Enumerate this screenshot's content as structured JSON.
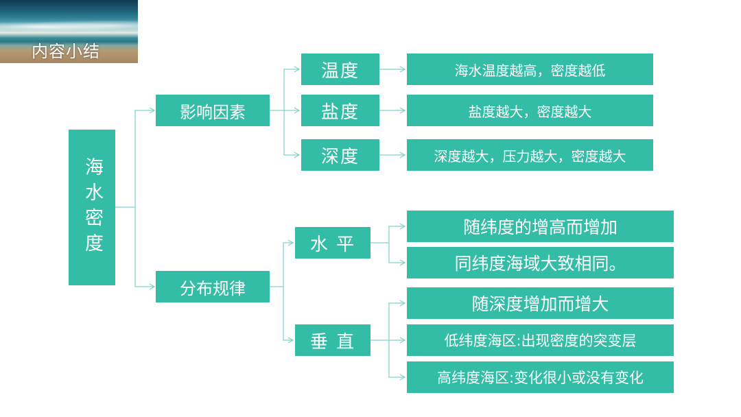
{
  "header": {
    "title": "内容小结"
  },
  "diagram": {
    "root": "海水密度",
    "branches": [
      {
        "label": "影响因素",
        "children": [
          {
            "label": "温度",
            "detail": "海水温度越高，密度越低"
          },
          {
            "label": "盐度",
            "detail": "盐度越大，密度越大"
          },
          {
            "label": "深度",
            "detail": "深度越大，压力越大，密度越大"
          }
        ]
      },
      {
        "label": "分布规律",
        "children": [
          {
            "label": "水 平",
            "details": [
              "随纬度的增高而增加",
              "同纬度海域大致相同。"
            ]
          },
          {
            "label": "垂 直",
            "details": [
              "随深度增加而增大",
              "低纬度海区:出现密度的突变层",
              "高纬度海区:变化很小或没有变化"
            ]
          }
        ]
      }
    ]
  },
  "colors": {
    "box_fill": "#33bca6",
    "box_text": "#ffffff",
    "connector": "#7dd3c6"
  }
}
